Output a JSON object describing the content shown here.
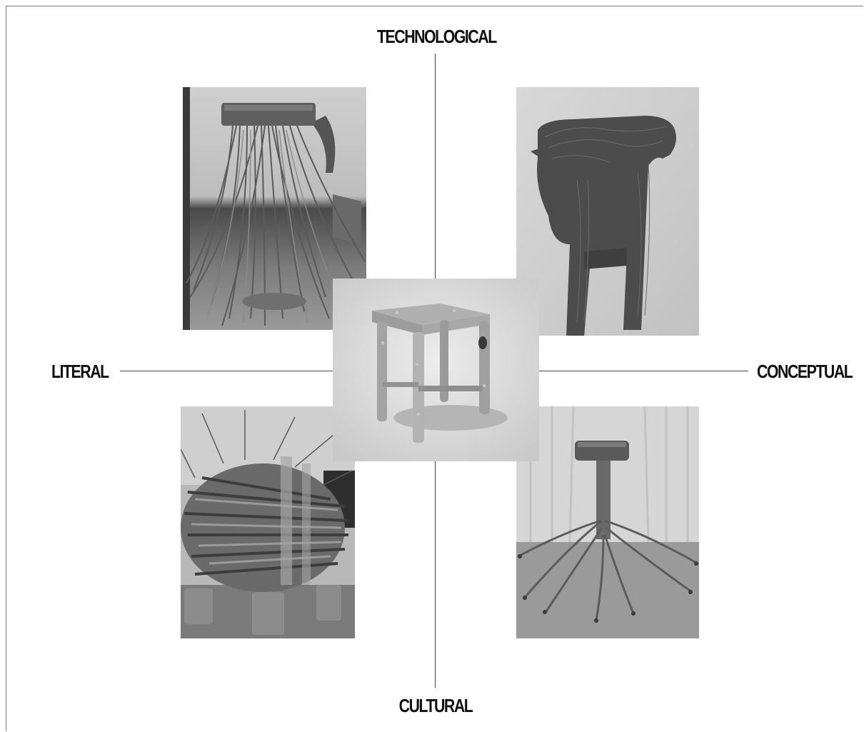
{
  "axes": {
    "top": "TECHNOLOGICAL",
    "bottom": "CULTURAL",
    "left": "LITERAL",
    "right": "CONCEPTUAL"
  },
  "photos": [
    {
      "position": "top-left",
      "subject": "stool-with-hanging-twigs-photo"
    },
    {
      "position": "top-right",
      "subject": "layered-cnc-stool-photo"
    },
    {
      "position": "center",
      "subject": "bark-textured-stool-photo"
    },
    {
      "position": "bottom-left",
      "subject": "bundled-branch-stool-photo"
    },
    {
      "position": "bottom-right",
      "subject": "root-base-stool-photo"
    }
  ],
  "colors": {
    "text": "#111111",
    "axis": "#444444",
    "background": "#ffffff"
  }
}
